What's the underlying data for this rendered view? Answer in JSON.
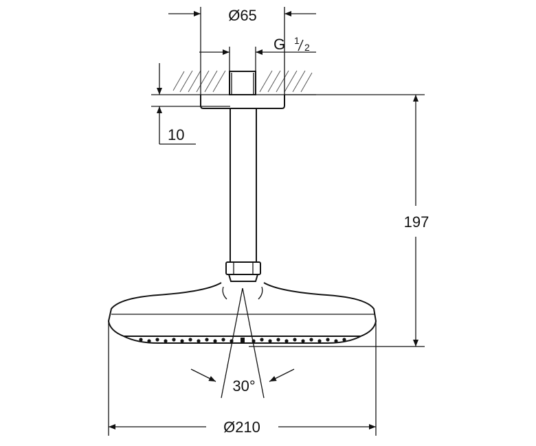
{
  "dimensions": {
    "flange_diameter": "Ø65",
    "thread": "G",
    "thread_fraction_num": "1",
    "thread_fraction_den": "2",
    "ceiling_offset": "10",
    "height": "197",
    "spray_angle": "30°",
    "head_diameter": "Ø210"
  }
}
